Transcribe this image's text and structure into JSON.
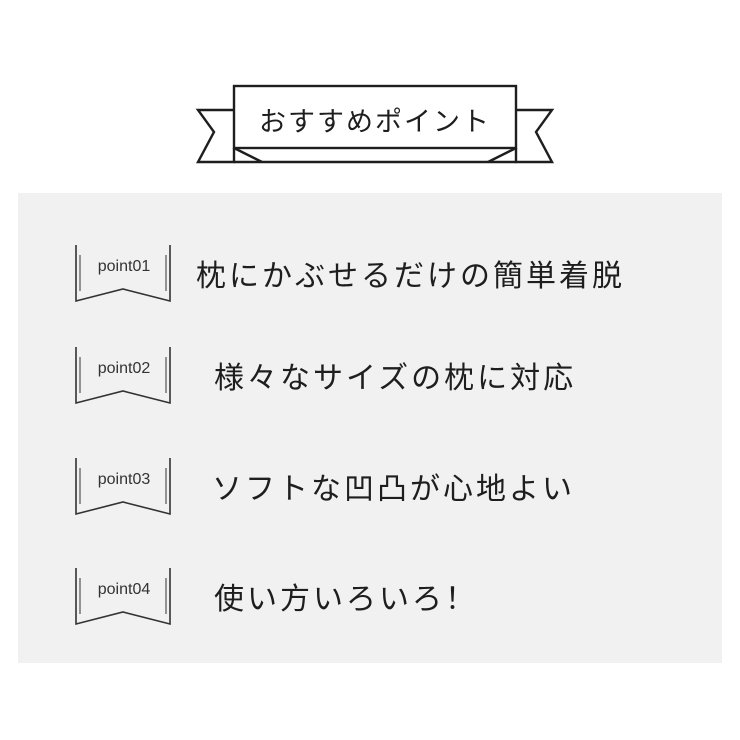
{
  "header": {
    "title": "おすすめポイント"
  },
  "points": [
    {
      "badge": "point01",
      "text": "枕にかぶせるだけの簡単着脱"
    },
    {
      "badge": "point02",
      "text": "様々なサイズの枕に対応"
    },
    {
      "badge": "point03",
      "text": "ソフトな凹凸が心地よい"
    },
    {
      "badge": "point04",
      "text": "使い方いろいろ！"
    }
  ],
  "colors": {
    "background": "#ffffff",
    "panel": "#f1f1f1",
    "ink": "#1e1e1e"
  }
}
